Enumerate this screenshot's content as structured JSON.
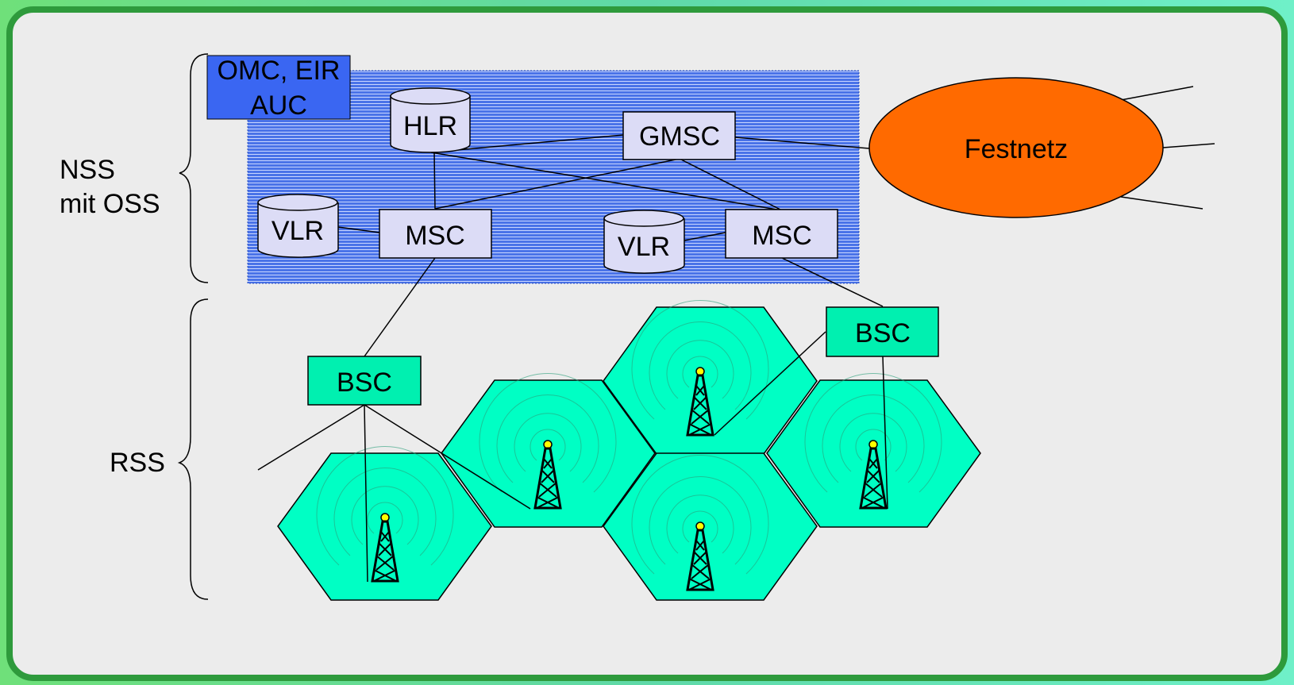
{
  "colors": {
    "nss_band": "#4a73e8",
    "nss_stripe": "#c9d6ff",
    "omc_box": "#3a66f2",
    "node_box": "#dcdcf6",
    "fixed_net": "#ff6a00",
    "cell": "#00ffc4",
    "bsc": "#00f0b0"
  },
  "labels": {
    "nss_line1": "NSS",
    "nss_line2": "mit OSS",
    "rss": "RSS"
  },
  "nodes": {
    "omc_line1": "OMC, EIR",
    "omc_line2": "AUC",
    "hlr": "HLR",
    "gmsc": "GMSC",
    "vlr_left": "VLR",
    "msc_left": "MSC",
    "vlr_right": "VLR",
    "msc_right": "MSC",
    "festnetz": "Festnetz",
    "bsc_left": "BSC",
    "bsc_right": "BSC"
  }
}
